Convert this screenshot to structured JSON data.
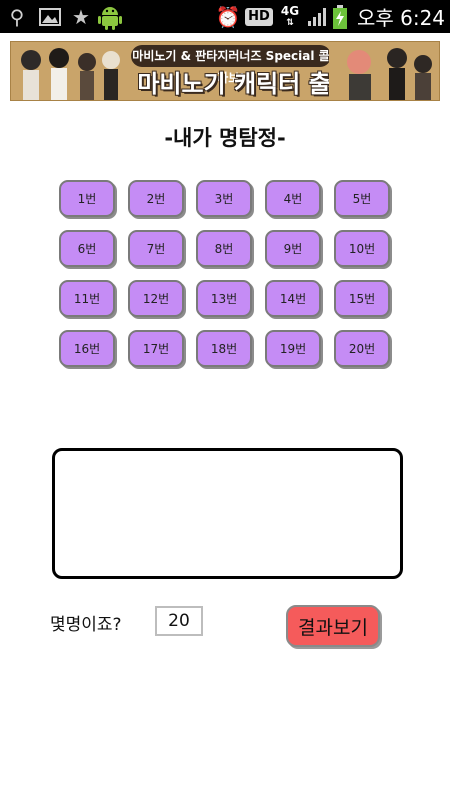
{
  "status_bar": {
    "icons": [
      "usb-icon",
      "gallery-icon",
      "star-icon",
      "android-icon",
      "alarm-icon",
      "hd-icon",
      "network-4g-icon",
      "signal-icon",
      "battery-charging-icon"
    ],
    "hd_label": "HD",
    "network_label": "4G",
    "time": "오후 6:24"
  },
  "banner": {
    "subtitle": "마비노기 & 판타지러너즈 Special 콜라보!",
    "headline": "마비노기 캐릭터 출시!"
  },
  "title": "-내가 명탐정-",
  "number_buttons": [
    "1번",
    "2번",
    "3번",
    "4번",
    "5번",
    "6번",
    "7번",
    "8번",
    "9번",
    "10번",
    "11번",
    "12번",
    "13번",
    "14번",
    "15번",
    "16번",
    "17번",
    "18번",
    "19번",
    "20번"
  ],
  "count": {
    "label": "몇명이죠?",
    "value": "20"
  },
  "result_button_label": "결과보기",
  "colors": {
    "number_button": "#c58cf5",
    "result_button": "#f55b5b",
    "status_bar": "#000000"
  }
}
